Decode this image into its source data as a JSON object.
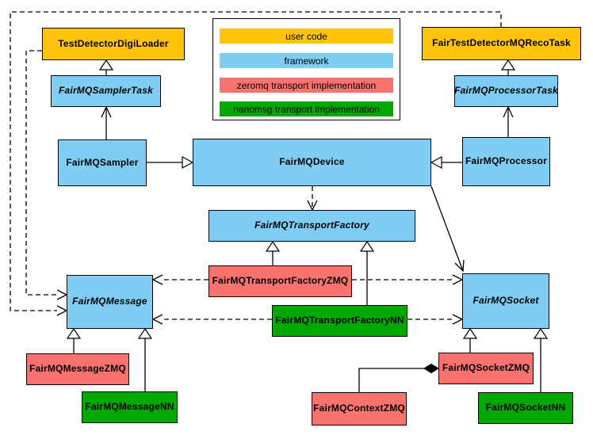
{
  "diagram": {
    "legend": {
      "items": [
        {
          "id": "user-code",
          "label": "user code",
          "color": "#FFC40A"
        },
        {
          "id": "framework",
          "label": "framework",
          "color": "#7FCDF2"
        },
        {
          "id": "zeromq",
          "label": "zeromq transport implementation",
          "color": "#F8736F"
        },
        {
          "id": "nanomsg",
          "label": "nanomsg transport implementation",
          "color": "#02A802"
        }
      ]
    },
    "nodes": {
      "testDetectorDigiLoader": {
        "label": "TestDetectorDigiLoader",
        "category": "user-code",
        "abstract": false
      },
      "fairMQSamplerTask": {
        "label": "FairMQSamplerTask",
        "category": "framework",
        "abstract": true
      },
      "fairMQSampler": {
        "label": "FairMQSampler",
        "category": "framework",
        "abstract": false
      },
      "fairTestDetectorMQRecoTask": {
        "label": "FairTestDetectorMQRecoTask",
        "category": "user-code",
        "abstract": false
      },
      "fairMQProcessorTask": {
        "label": "FairMQProcessorTask",
        "category": "framework",
        "abstract": true
      },
      "fairMQProcessor": {
        "label": "FairMQProcessor",
        "category": "framework",
        "abstract": false
      },
      "fairMQDevice": {
        "label": "FairMQDevice",
        "category": "framework",
        "abstract": false
      },
      "fairMQTransportFactory": {
        "label": "FairMQTransportFactory",
        "category": "framework",
        "abstract": true
      },
      "fairMQTransportFactoryZMQ": {
        "label": "FairMQTransportFactoryZMQ",
        "category": "zeromq",
        "abstract": false
      },
      "fairMQTransportFactoryNN": {
        "label": "FairMQTransportFactoryNN",
        "category": "nanomsg",
        "abstract": false
      },
      "fairMQMessage": {
        "label": "FairMQMessage",
        "category": "framework",
        "abstract": true
      },
      "fairMQSocket": {
        "label": "FairMQSocket",
        "category": "framework",
        "abstract": true
      },
      "fairMQMessageZMQ": {
        "label": "FairMQMessageZMQ",
        "category": "zeromq",
        "abstract": false
      },
      "fairMQMessageNN": {
        "label": "FairMQMessageNN",
        "category": "nanomsg",
        "abstract": false
      },
      "fairMQContextZMQ": {
        "label": "FairMQContextZMQ",
        "category": "zeromq",
        "abstract": false
      },
      "fairMQSocketZMQ": {
        "label": "FairMQSocketZMQ",
        "category": "zeromq",
        "abstract": false
      },
      "fairMQSocketNN": {
        "label": "FairMQSocketNN",
        "category": "nanomsg",
        "abstract": false
      }
    },
    "edges": [
      {
        "from": "fairMQSamplerTask",
        "to": "testDetectorDigiLoader",
        "type": "inheritance"
      },
      {
        "from": "fairMQSampler",
        "to": "fairMQSamplerTask",
        "type": "association-arrow"
      },
      {
        "from": "fairMQProcessorTask",
        "to": "fairTestDetectorMQRecoTask",
        "type": "inheritance"
      },
      {
        "from": "fairMQProcessor",
        "to": "fairMQProcessorTask",
        "type": "association-arrow"
      },
      {
        "from": "fairMQSampler",
        "to": "fairMQDevice",
        "type": "inheritance"
      },
      {
        "from": "fairMQProcessor",
        "to": "fairMQDevice",
        "type": "inheritance"
      },
      {
        "from": "fairMQDevice",
        "to": "fairMQTransportFactory",
        "type": "dependency"
      },
      {
        "from": "fairMQDevice",
        "to": "fairMQSocket",
        "type": "association-arrow"
      },
      {
        "from": "fairMQTransportFactoryZMQ",
        "to": "fairMQTransportFactory",
        "type": "inheritance"
      },
      {
        "from": "fairMQTransportFactoryNN",
        "to": "fairMQTransportFactory",
        "type": "inheritance"
      },
      {
        "from": "fairMQTransportFactoryZMQ",
        "to": "fairMQMessage",
        "type": "dependency"
      },
      {
        "from": "fairMQTransportFactoryZMQ",
        "to": "fairMQSocket",
        "type": "dependency"
      },
      {
        "from": "fairMQTransportFactoryNN",
        "to": "fairMQMessage",
        "type": "dependency"
      },
      {
        "from": "fairMQTransportFactoryNN",
        "to": "fairMQSocket",
        "type": "dependency"
      },
      {
        "from": "fairMQMessageZMQ",
        "to": "fairMQMessage",
        "type": "inheritance"
      },
      {
        "from": "fairMQMessageNN",
        "to": "fairMQMessage",
        "type": "inheritance"
      },
      {
        "from": "fairMQSocketZMQ",
        "to": "fairMQSocket",
        "type": "inheritance"
      },
      {
        "from": "fairMQSocketNN",
        "to": "fairMQSocket",
        "type": "inheritance"
      },
      {
        "from": "fairMQSocketZMQ",
        "to": "fairMQContextZMQ",
        "type": "composition"
      },
      {
        "from": "testDetectorDigiLoader",
        "to": "fairMQMessage",
        "type": "dependency"
      },
      {
        "from": "fairTestDetectorMQRecoTask",
        "to": "fairMQMessage",
        "type": "dependency"
      }
    ]
  }
}
